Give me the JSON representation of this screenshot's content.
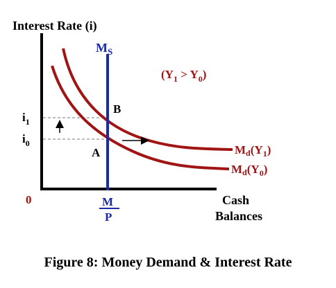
{
  "diagram": {
    "y_axis_label": "Interest Rate (i)",
    "x_axis_label_line1": "Cash",
    "x_axis_label_line2": "Balances",
    "origin_label": "0",
    "supply_label": "M",
    "supply_label_sub": "S",
    "supply_x_label_top": "M",
    "supply_x_label_bottom": "P",
    "condition_label": "(Y",
    "condition_sub1": "1",
    "condition_mid": " > Y",
    "condition_sub2": "0",
    "condition_end": ")",
    "tick_i1": "i",
    "tick_i1_sub": "1",
    "tick_i0": "i",
    "tick_i0_sub": "0",
    "point_b": "B",
    "point_a": "A",
    "curve_y1_label": "M",
    "curve_y1_sub": "d",
    "curve_y1_paren": "(Y",
    "curve_y1_paren_sub": "1",
    "curve_y1_close": ")",
    "curve_y0_label": "M",
    "curve_y0_sub": "d",
    "curve_y0_paren": "(Y",
    "curve_y0_paren_sub": "0",
    "curve_y0_close": ")",
    "colors": {
      "demand": "#a01414",
      "supply": "#1a2aa8",
      "axes": "#000000",
      "dashed": "#777777"
    }
  },
  "caption": "Figure 8: Money Demand & Interest Rate"
}
